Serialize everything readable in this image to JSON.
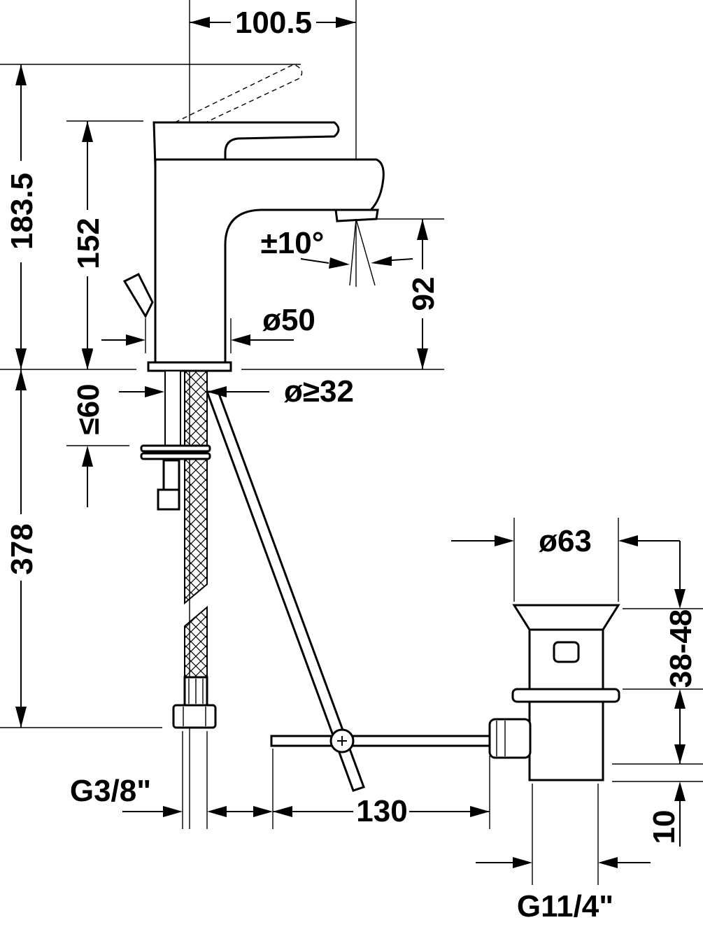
{
  "dimensions": {
    "spout_reach": "100.5",
    "total_height": "183.5",
    "handle_height": "152",
    "swivel_angle": "±10°",
    "spout_height": "92",
    "base_diameter": "ø50",
    "hole_diameter": "ø≥32",
    "deck_thickness": "≤60",
    "hose_length": "378",
    "connection_thread": "G3/8\"",
    "rod_length": "130",
    "waste_diameter": "ø63",
    "waste_height_range": "38-48",
    "waste_offset": "10",
    "waste_thread": "G11/4\""
  },
  "colors": {
    "line": "#000000",
    "background": "#ffffff"
  }
}
